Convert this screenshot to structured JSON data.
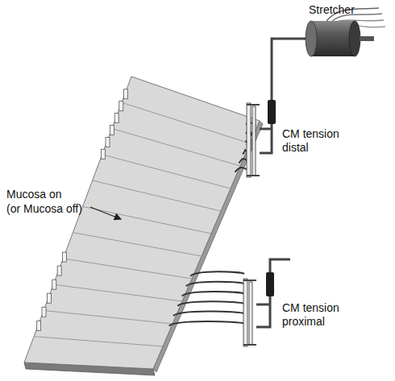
{
  "diagram": {
    "labels": [
      "Stretcher",
      "Mucosa on",
      "(or Mucosa off)",
      "CM tension distal",
      "CM tension proximal"
    ]
  }
}
